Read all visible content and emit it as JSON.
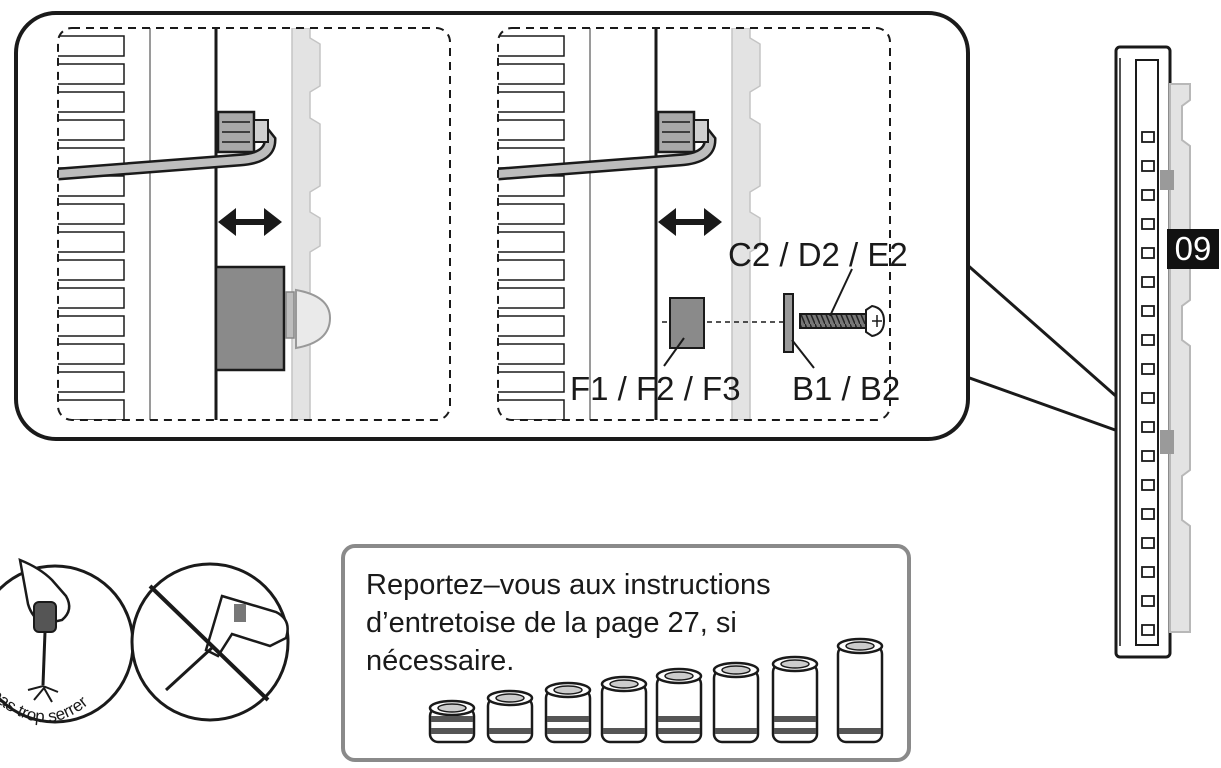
{
  "step": {
    "number": "09"
  },
  "callout_labels": {
    "screw": "C2 / D2 / E2",
    "spacer": "F1 / F2 / F3",
    "washer": "B1 / B2"
  },
  "caution": {
    "text": "pas trop serrer"
  },
  "note": {
    "lines": [
      "Reportez–vous aux instructions",
      "d’entretoise de la page 27, si",
      "nécessaire."
    ]
  },
  "colors": {
    "ink": "#1a1a1a",
    "hardware_gray": "#8a8a8a",
    "bracket_gray": "#d6d6d6",
    "note_border": "#8a8a8a",
    "badge_bg": "#111111"
  },
  "icons": {
    "arrows": "double-arrow-icon",
    "screwdriver": "hand-screwdriver-icon",
    "no_drill": "no-power-drill-icon",
    "screw": "screw-icon",
    "spacers": "spacer-set-icon"
  }
}
